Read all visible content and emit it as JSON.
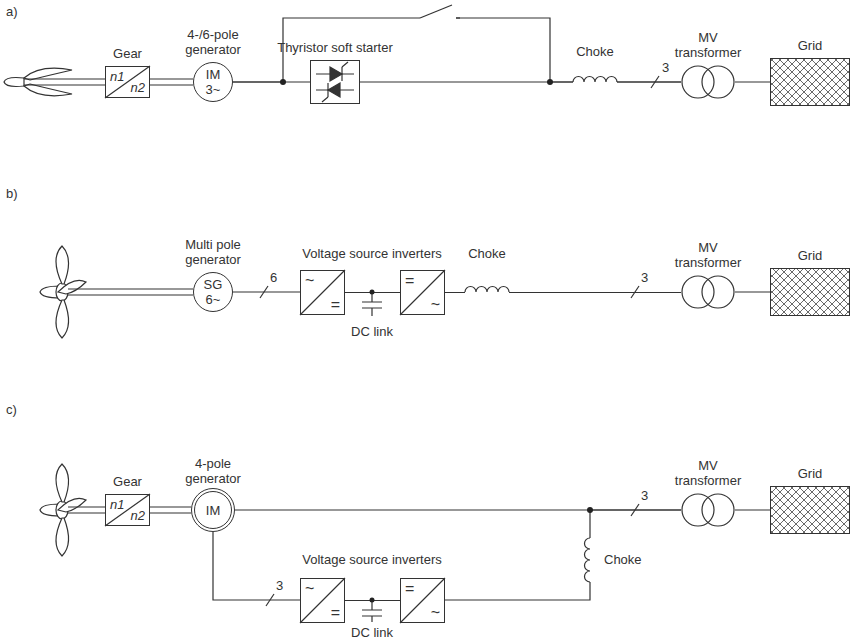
{
  "diagram": {
    "nodes": [
      {
        "text": [
          "Gear",
          "n1",
          "n2"
        ]
      },
      {
        "text": [
          "4-/6-pole generator",
          "IM",
          "3~"
        ]
      },
      {
        "text": [
          "Thyristor soft starter"
        ]
      },
      {
        "text": [
          "MV transformer"
        ]
      },
      {
        "text": [
          "Grid"
        ]
      },
      {
        "text": [
          "Multi pole generator",
          "SG",
          "6~"
        ]
      },
      {
        "text": [
          "~",
          "="
        ]
      },
      {
        "text": [
          "=",
          "~"
        ]
      },
      {
        "text": [
          "MV transformer"
        ]
      },
      {
        "text": [
          "Grid"
        ]
      },
      {
        "text": [
          "Gear",
          "n1",
          "n2"
        ]
      },
      {
        "text": [
          "4-pole generator",
          "IM"
        ]
      },
      {
        "text": [
          "~",
          "="
        ]
      },
      {
        "text": [
          "=",
          "~"
        ]
      },
      {
        "text": [
          "MV transformer"
        ]
      },
      {
        "text": [
          "Grid"
        ]
      }
    ],
    "edges": [
      {
        "from": 0,
        "to": 1,
        "arrow": "none"
      },
      {
        "from": 1,
        "to": 2,
        "arrow": "none"
      },
      {
        "from": 2,
        "to": 3,
        "arrow": "none"
      },
      {
        "from": 1,
        "to": 3,
        "arrow": "none"
      },
      {
        "from": 3,
        "to": 4,
        "arrow": "none"
      },
      {
        "from": 5,
        "to": 6,
        "arrow": "none"
      },
      {
        "from": 6,
        "to": 7,
        "arrow": "none"
      },
      {
        "from": 7,
        "to": 8,
        "arrow": "none"
      },
      {
        "from": 8,
        "to": 9,
        "arrow": "none"
      },
      {
        "from": 10,
        "to": 11,
        "arrow": "none"
      },
      {
        "from": 11,
        "to": 14,
        "arrow": "none"
      },
      {
        "from": 11,
        "to": 12,
        "arrow": "none"
      },
      {
        "from": 12,
        "to": 13,
        "arrow": "none"
      },
      {
        "from": 13,
        "to": 14,
        "arrow": "none"
      },
      {
        "from": 14,
        "to": 15,
        "arrow": "none"
      }
    ],
    "labels": [
      "a)",
      "Choke",
      "3",
      "b)",
      "6",
      "Voltage source inverters",
      "Choke",
      "3",
      "DC link",
      "c)",
      "3",
      "Voltage source inverters",
      "3",
      "Choke",
      "DC link"
    ]
  }
}
